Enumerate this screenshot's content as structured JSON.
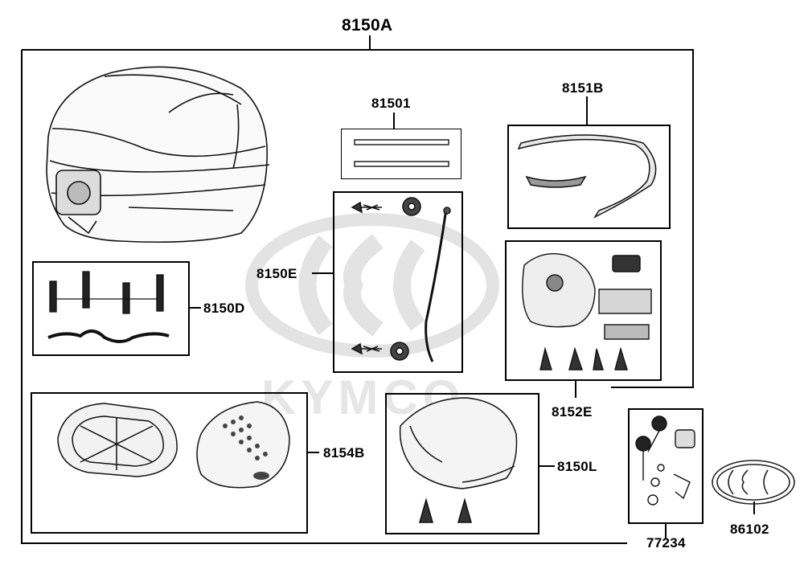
{
  "diagram": {
    "title": "8150A",
    "watermark": "KYMCO",
    "parts": [
      {
        "id": "81501"
      },
      {
        "id": "8151B"
      },
      {
        "id": "8150E"
      },
      {
        "id": "8150D"
      },
      {
        "id": "8152E"
      },
      {
        "id": "8154B"
      },
      {
        "id": "8150L"
      },
      {
        "id": "77234"
      },
      {
        "id": "86102"
      }
    ]
  }
}
